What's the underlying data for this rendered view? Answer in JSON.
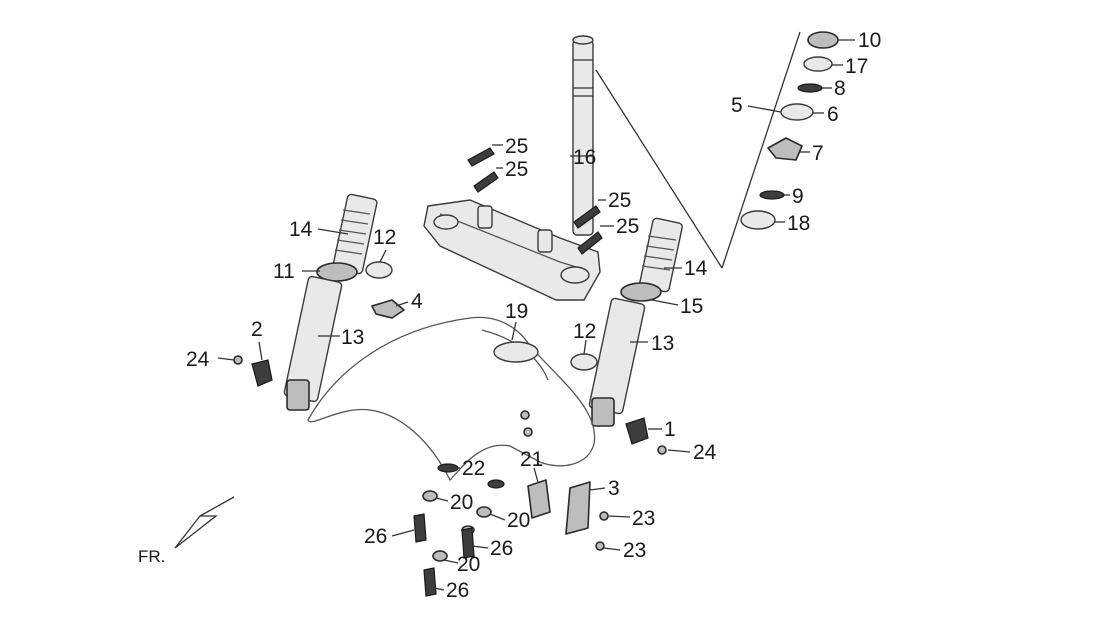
{
  "direction_label": "FR.",
  "callouts": [
    {
      "id": "c10",
      "text": "10"
    },
    {
      "id": "c17",
      "text": "17"
    },
    {
      "id": "c8",
      "text": "8"
    },
    {
      "id": "c5",
      "text": "5"
    },
    {
      "id": "c6",
      "text": "6"
    },
    {
      "id": "c7",
      "text": "7"
    },
    {
      "id": "c9",
      "text": "9"
    },
    {
      "id": "c18",
      "text": "18"
    },
    {
      "id": "c25a",
      "text": "25"
    },
    {
      "id": "c25b",
      "text": "25"
    },
    {
      "id": "c16",
      "text": "16"
    },
    {
      "id": "c25c",
      "text": "25"
    },
    {
      "id": "c25d",
      "text": "25"
    },
    {
      "id": "c14a",
      "text": "14"
    },
    {
      "id": "c12a",
      "text": "12"
    },
    {
      "id": "c11",
      "text": "11"
    },
    {
      "id": "c4",
      "text": "4"
    },
    {
      "id": "c13a",
      "text": "13"
    },
    {
      "id": "c2",
      "text": "2"
    },
    {
      "id": "c24a",
      "text": "24"
    },
    {
      "id": "c19",
      "text": "19"
    },
    {
      "id": "c12b",
      "text": "12"
    },
    {
      "id": "c14b",
      "text": "14"
    },
    {
      "id": "c15",
      "text": "15"
    },
    {
      "id": "c13b",
      "text": "13"
    },
    {
      "id": "c1",
      "text": "1"
    },
    {
      "id": "c24b",
      "text": "24"
    },
    {
      "id": "c21",
      "text": "21"
    },
    {
      "id": "c22",
      "text": "22"
    },
    {
      "id": "c3",
      "text": "3"
    },
    {
      "id": "c20a",
      "text": "20"
    },
    {
      "id": "c20b",
      "text": "20"
    },
    {
      "id": "c23a",
      "text": "23"
    },
    {
      "id": "c26a",
      "text": "26"
    },
    {
      "id": "c26b",
      "text": "26"
    },
    {
      "id": "c23b",
      "text": "23"
    },
    {
      "id": "c20c",
      "text": "20"
    },
    {
      "id": "c26c",
      "text": "26"
    }
  ]
}
